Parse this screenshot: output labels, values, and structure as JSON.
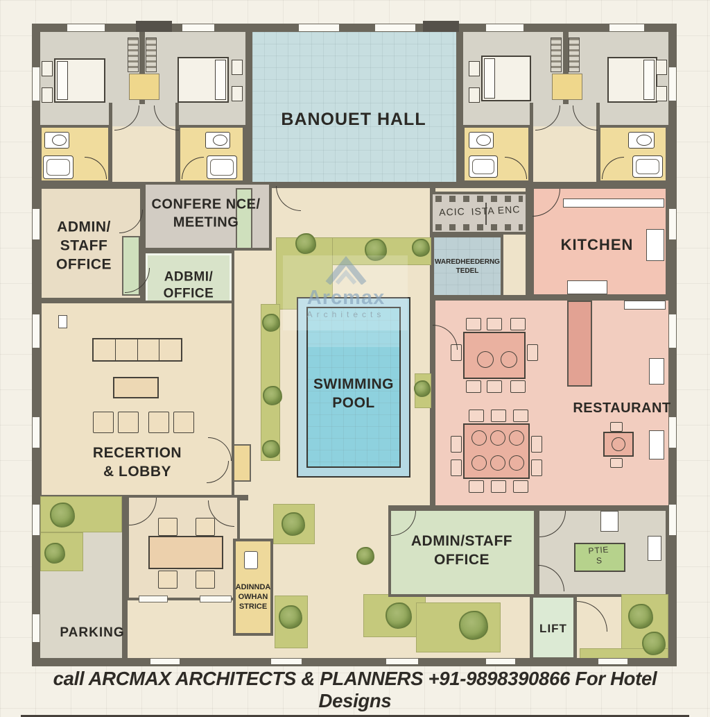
{
  "banner": {
    "text": "call ARCMAX ARCHITECTS & PLANNERS +91-9898390866 For Hotel Designs"
  },
  "watermark": {
    "name": "Arcmax",
    "subtitle": "Architects"
  },
  "rooms": {
    "banquet_hall": {
      "label": "BANOUET HALL"
    },
    "admin_staff_office_top": {
      "label": "ADMIN/\nSTAFF\nOFFICE"
    },
    "conference_meeting": {
      "label": "CONFERE NCE/\nMEETING"
    },
    "admin_office_small": {
      "label": "ADBMI/\nOFFICE"
    },
    "reception_lobby": {
      "label": "RECERTION\n& LOBBY"
    },
    "swimming_pool": {
      "label": "SWIMMING\nPOOL"
    },
    "staircase": {
      "label_left": "ACIC",
      "label_right": "ISTA ENC"
    },
    "store": {
      "label": "WAREDHEEDERNG\nTEDEL"
    },
    "kitchen": {
      "label": "KITCHEN"
    },
    "restaurant": {
      "label": "RESTAURANT"
    },
    "admin_staff_office_bottom": {
      "label": "ADMIN/STAFF\nOFFICE"
    },
    "utility": {
      "label": "ADINNDA\nOWHAN\nSTRICE"
    },
    "parking": {
      "label": "PARKING"
    },
    "lift": {
      "label": "LIFT"
    },
    "pantry_note": {
      "label": "PTlE\nS"
    }
  },
  "colors": {
    "wall": "#6b675c",
    "banquet": "#c7dee0",
    "pool_water": "#8ed1de",
    "garden": "#c5c97c",
    "kitchen_salmon": "#f3c5b5",
    "restaurant_salmon": "#f2cdbf",
    "bathroom_yellow": "#f0dc9d",
    "office_green": "#d6e3c5",
    "lobby_tan": "#eee1c5"
  }
}
